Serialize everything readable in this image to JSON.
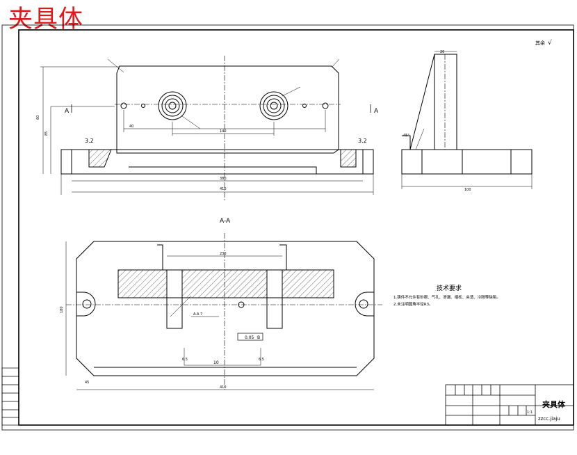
{
  "page_title": "夹具体",
  "roughness_note": "其余",
  "section_label": "A-A",
  "cut_label": "A",
  "roughness_values": [
    "3.2",
    "3.2"
  ],
  "dims": {
    "top_total": "410",
    "top_base": "380",
    "top_pitch": "140",
    "top_short": "40",
    "top_height_1": "85",
    "top_height_2": "60",
    "side_width": "100",
    "side_offset": "20",
    "side_chamfer": "45°",
    "section_total": "410",
    "section_inner": "230",
    "section_height": "180",
    "section_angle": "10",
    "section_small_1": "6.5",
    "section_small_2": "6.5",
    "section_offset": "45",
    "gd_t_value": "0.05",
    "gd_t_datum": "B",
    "gd_t_ref": "A-A 7"
  },
  "tech_requirements": {
    "title": "技术要求",
    "items": [
      "1.铸件不允许有砂眼、气孔、渗漏、缩松、夹渣、冷隔等缺陷。",
      "2.未注明圆角半径R3。"
    ]
  },
  "title_block": {
    "part_name": "夹具体",
    "drawing_code": "zzcc.jiaju",
    "scale": "1:1"
  }
}
